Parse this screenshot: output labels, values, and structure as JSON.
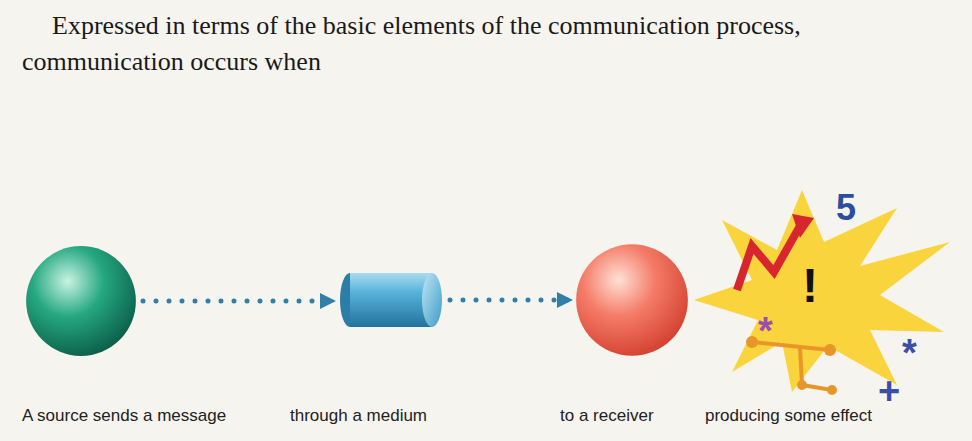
{
  "diagram": {
    "nodes": [
      {
        "text": [
          "A source sends a message"
        ]
      },
      {
        "text": [
          "through a medium"
        ]
      },
      {
        "text": [
          "to a receiver"
        ]
      },
      {
        "text": [
          "producing some effect"
        ]
      }
    ],
    "edges": [
      {
        "from": 0,
        "to": 1,
        "arrow": "to"
      },
      {
        "from": 1,
        "to": 2,
        "arrow": "to"
      }
    ],
    "labels": [
      "Expressed in terms of the basic elements of the communication process, communication occurs when",
      "5",
      "!",
      "*",
      "*",
      "+"
    ]
  }
}
